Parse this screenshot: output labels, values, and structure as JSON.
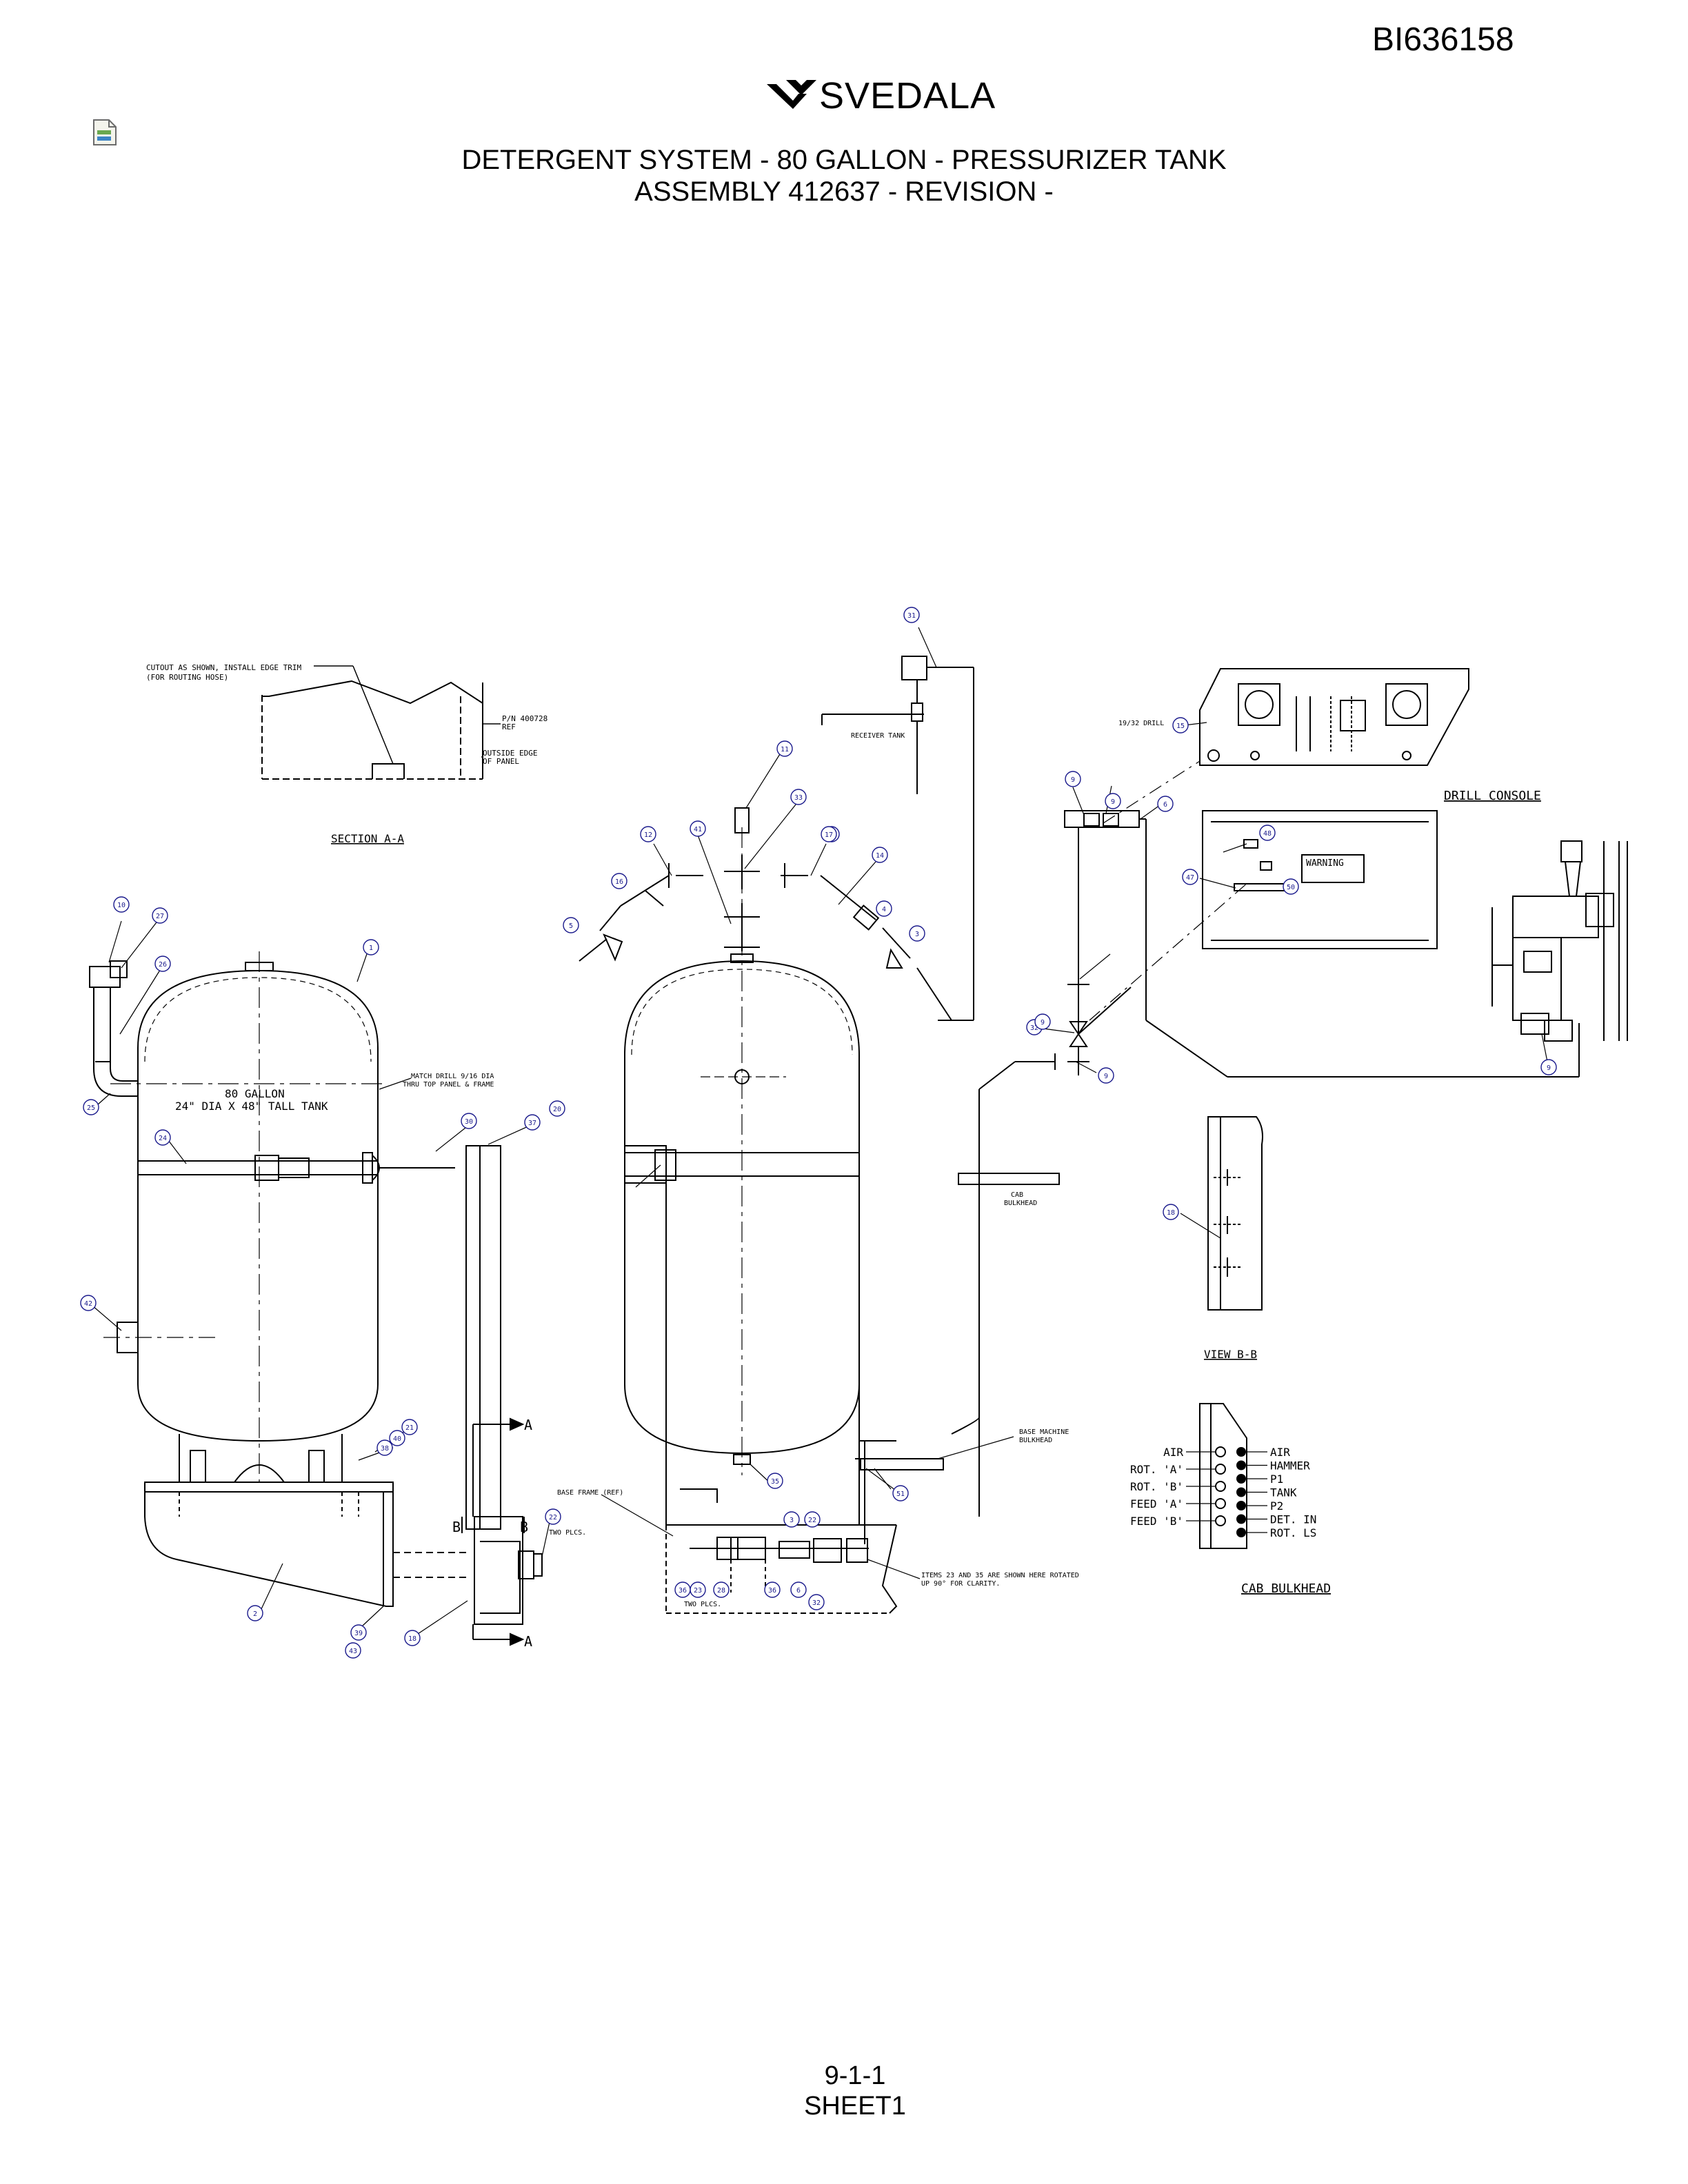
{
  "header": {
    "doc_id": "BI636158",
    "brand": "SVEDALA",
    "title_line1": "DETERGENT SYSTEM - 80 GALLON - PRESSURIZER TANK",
    "title_line2": "ASSEMBLY 412637 - REVISION -"
  },
  "footer": {
    "page": "9-1-1",
    "sheet": "SHEET1"
  },
  "icons": {
    "file": "document-icon",
    "logo": "svedala-logo-icon"
  },
  "notes": {
    "cutout": "CUTOUT AS SHOWN, INSTALL EDGE TRIM",
    "cutout2": "(FOR ROUTING HOSE)",
    "pn": "P/N 400728",
    "ref": "REF",
    "outside1": "OUTSIDE EDGE",
    "outside2": "OF PANEL",
    "section_aa": "SECTION A-A",
    "tank1": "80 GALLON",
    "tank2": "24\" DIA X 48\" TALL TANK",
    "match1": "MATCH DRILL 9/16 DIA",
    "match2": "THRU TOP PANEL & FRAME",
    "receiver": "RECEIVER TANK",
    "drill_hole": "19/32 DRILL",
    "drill_console": "DRILL CONSOLE",
    "warning": "WARNING",
    "cab_bulkhead_small1": "CAB",
    "cab_bulkhead_small2": "BULKHEAD",
    "view_bb": "VIEW B-B",
    "base_machine1": "BASE MACHINE",
    "base_machine2": "BULKHEAD",
    "base_frame": "BASE FRAME (REF)",
    "two_plcs1": "TWO PLCS.",
    "two_plcs2": "TWO PLCS.",
    "items1": "ITEMS 23 AND 35 ARE SHOWN HERE ROTATED",
    "items2": "UP 90° FOR CLARITY.",
    "cab_bulkhead": "CAB BULKHEAD",
    "arrow_a": "A",
    "label_b": "B"
  },
  "bulkhead_left": [
    "AIR",
    "ROT. 'A'",
    "ROT. 'B'",
    "FEED 'A'",
    "FEED 'B'"
  ],
  "bulkhead_right": [
    "AIR",
    "HAMMER",
    "P1",
    "TANK",
    "P2",
    "DET. IN",
    "ROT. LS"
  ],
  "balloons": [
    "1",
    "2",
    "3",
    "4",
    "5",
    "6",
    "9",
    "10",
    "11",
    "12",
    "13",
    "14",
    "15",
    "16",
    "17",
    "18",
    "20",
    "21",
    "22",
    "23",
    "24",
    "25",
    "26",
    "27",
    "28",
    "30",
    "31",
    "32",
    "33",
    "35",
    "36",
    "37",
    "38",
    "39",
    "40",
    "41",
    "42",
    "43",
    "47",
    "48",
    "50",
    "51"
  ]
}
